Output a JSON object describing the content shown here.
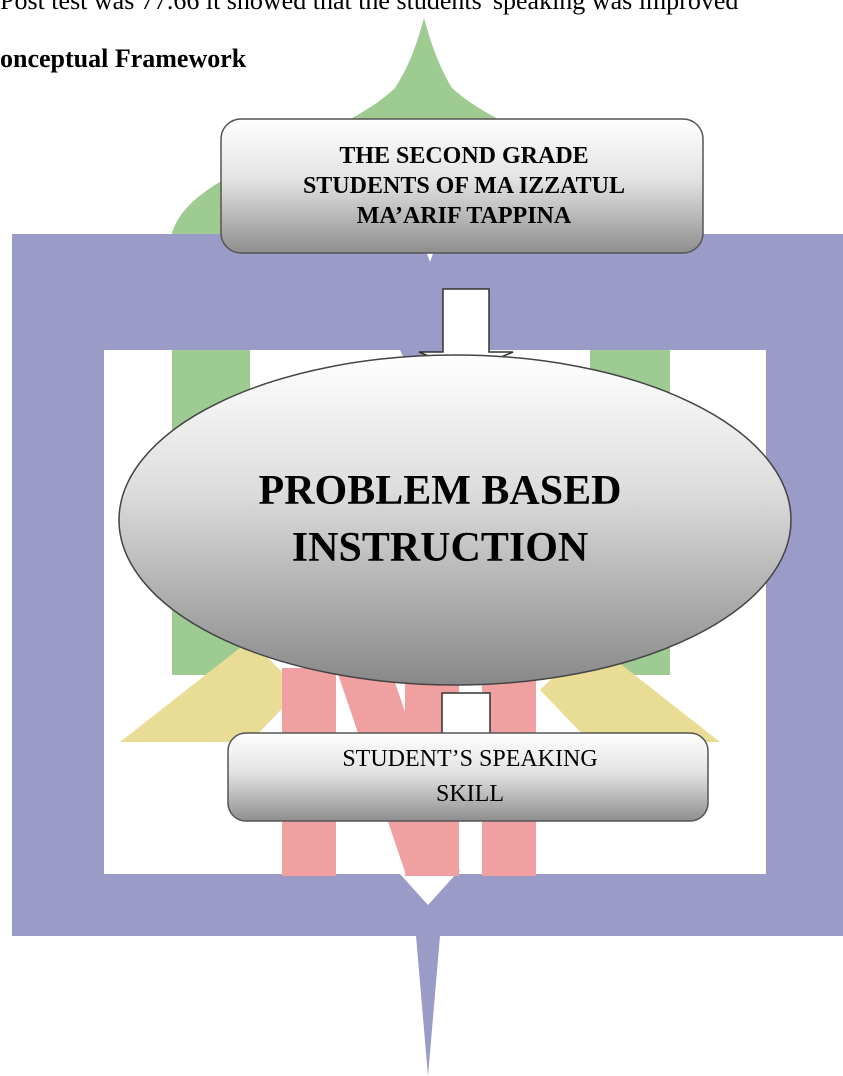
{
  "document": {
    "body_line": "Post test was 77.66 it showed that the students' speaking was improved",
    "section_heading": "onceptual Framework"
  },
  "diagram": {
    "top_box": {
      "line1": "THE SECOND GRADE",
      "line2": "STUDENTS OF MA IZZATUL",
      "line3": "MA’ARIF TAPPINA"
    },
    "ellipse": {
      "line1": "PROBLEM BASED",
      "line2": "INSTRUCTION"
    },
    "bottom_box": {
      "line1": "STUDENT’S SPEAKING",
      "line2": "SKILL"
    }
  },
  "colors": {
    "watermark_purple": "#9b9bc8",
    "watermark_green": "#9ecb92",
    "watermark_yellow": "#e9dc94",
    "watermark_red": "#f0a0a0",
    "shape_gradient_light": "#ffffff",
    "shape_gradient_dark": "#8c8c8c"
  }
}
